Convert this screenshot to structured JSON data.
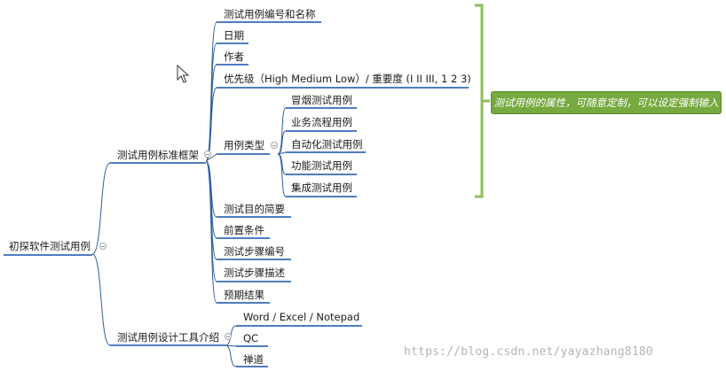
{
  "mindmap": {
    "root": "初探软件测试用例",
    "branches": [
      {
        "label": "测试用例标准框架",
        "children": [
          {
            "label": "测试用例编号和名称"
          },
          {
            "label": "日期"
          },
          {
            "label": "作者"
          },
          {
            "label": "优先级（High Medium Low）/ 重要度 (I II III, 1 2 3)"
          },
          {
            "label": "用例类型",
            "children": [
              "冒烟测试用例",
              "业务流程用例",
              "自动化测试用例",
              "功能测试用例",
              "集成测试用例"
            ]
          },
          {
            "label": "测试目的简要"
          },
          {
            "label": "前置条件"
          },
          {
            "label": "测试步骤编号"
          },
          {
            "label": "测试步骤描述"
          },
          {
            "label": "预期结果"
          }
        ]
      },
      {
        "label": "测试用例设计工具介绍",
        "children": [
          {
            "label": "Word / Excel / Notepad"
          },
          {
            "label": "QC"
          },
          {
            "label": "禅道"
          }
        ]
      }
    ],
    "callout": "测试用例的属性，可随意定制，可以设定强制输入"
  },
  "watermark": "https://blog.csdn.net/yayazhang8180",
  "colors": {
    "connector": "#2f5d9e",
    "underline": "#4f7dc1",
    "bracket": "#8cbf5a",
    "callout_bg": "#76a93f"
  }
}
